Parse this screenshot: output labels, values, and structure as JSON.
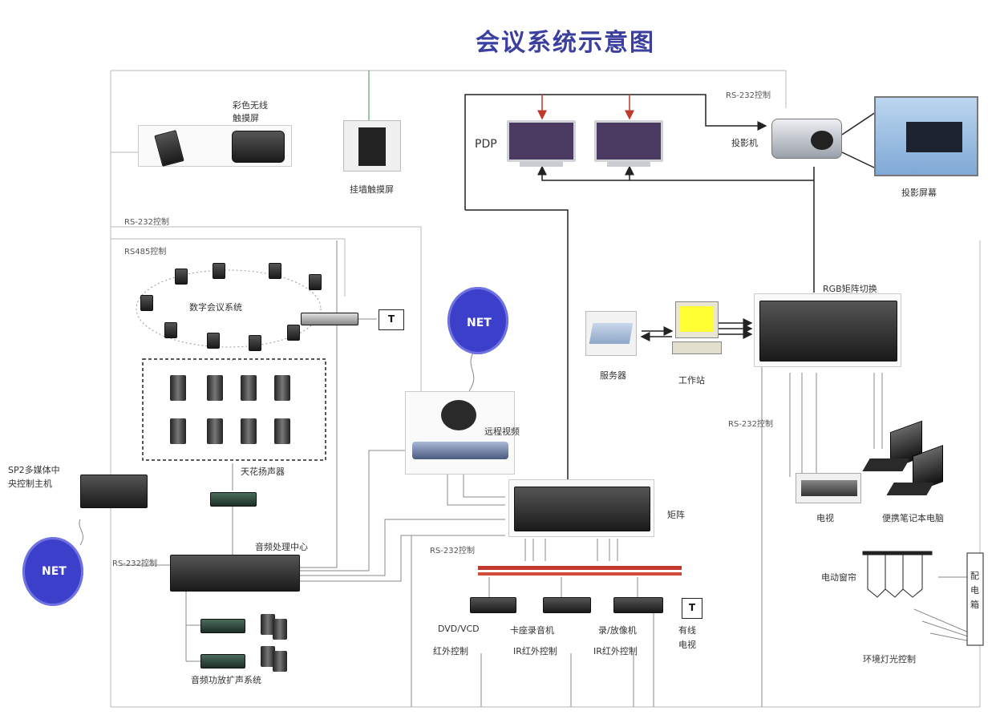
{
  "title": "会议系统示意图",
  "network": {
    "cloud_label": "NET"
  },
  "labels": {
    "pdp": "PDP",
    "projector": "投影机",
    "projection_screen": "投影屏幕",
    "rs232_top": "RS-232控制",
    "rs232_left": "RS-232控制",
    "rs485": "RS485控制",
    "rs232_mid": "RS-232控制",
    "rs232_bottom": "RS-232控制",
    "rs232_right": "RS-232控制",
    "wireless_touch": "彩色无线\n触摸屏",
    "wall_panel": "挂墙触摸屏",
    "digital_conf": "数字会议系统",
    "ceiling_speaker": "天花扬声器",
    "central_control": "SP2多媒体中\n央控制主机",
    "audio_center": "音频处理中心",
    "amp_system": "音频功放扩声系统",
    "video_conf": "远程视频",
    "matrix": "矩阵",
    "rgb_matrix": "RGB矩阵切换",
    "server": "服务器",
    "workstation": "工作站",
    "tv_box": "电视",
    "laptop": "便携笔记本电脑",
    "curtain": "电动窗帘",
    "power_box": "配\n电\n箱",
    "env_light": "环境灯光控制",
    "dvd": "DVD/VCD",
    "dvd_ctrl": "红外控制",
    "cassette": "卡座录音机",
    "cassette_ctrl": "IR红外控制",
    "recorder": "录/放像机",
    "recorder_ctrl": "IR红外控制",
    "cable_tv": "有线\n电视",
    "t_symbol": "T"
  },
  "colors": {
    "title": "#3b3fa0",
    "cloud": "#3c3fc9",
    "wire": "#222222",
    "wire_gray": "#9a9a9a",
    "bus": "#c0392b",
    "arrow_red": "#c0392b",
    "arrow_green": "#2e9e3f"
  }
}
